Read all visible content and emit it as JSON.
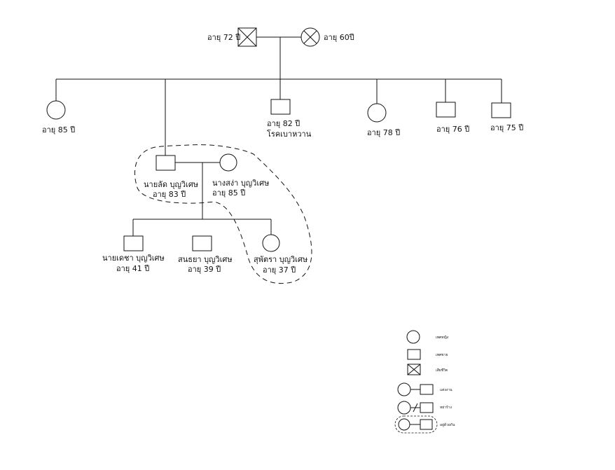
{
  "genogram": {
    "grandfather": {
      "age": "อายุ 72 ปี"
    },
    "grandmother": {
      "age": "อายุ 60ปี"
    },
    "siblings": [
      {
        "age": "อายุ 85 ปี"
      },
      {
        "age": "อายุ 82 ปี",
        "note": "โรคเบาหวาน"
      },
      {
        "age": "อายุ 78 ปี"
      },
      {
        "age": "อายุ 76 ปี"
      },
      {
        "age": "อายุ 75 ปี"
      }
    ],
    "husband": {
      "name": "นายลัด บุญวิเศษ",
      "age": "อายุ 83 ปี"
    },
    "wife": {
      "name": "นางสง่า บุญวิเศษ",
      "age": "อายุ 85 ปี"
    },
    "children": [
      {
        "name": "นายเดชา บุญวิเศษ",
        "age": "อายุ 41 ปี"
      },
      {
        "name": "สนธยา บุญวิเศษ",
        "age": "อายุ 39 ปี"
      },
      {
        "name": "สุพัตรา บุญวิเศษ",
        "age": "อายุ 37 ปี"
      }
    ]
  },
  "legend": {
    "female": "เพศหญิง",
    "male": "เพศชาย",
    "deceased": "เสียชีวิต",
    "married": "แต่งงาน",
    "divorced": "หย่าร้าง",
    "living_together": "อยู่ด้วยกัน"
  }
}
